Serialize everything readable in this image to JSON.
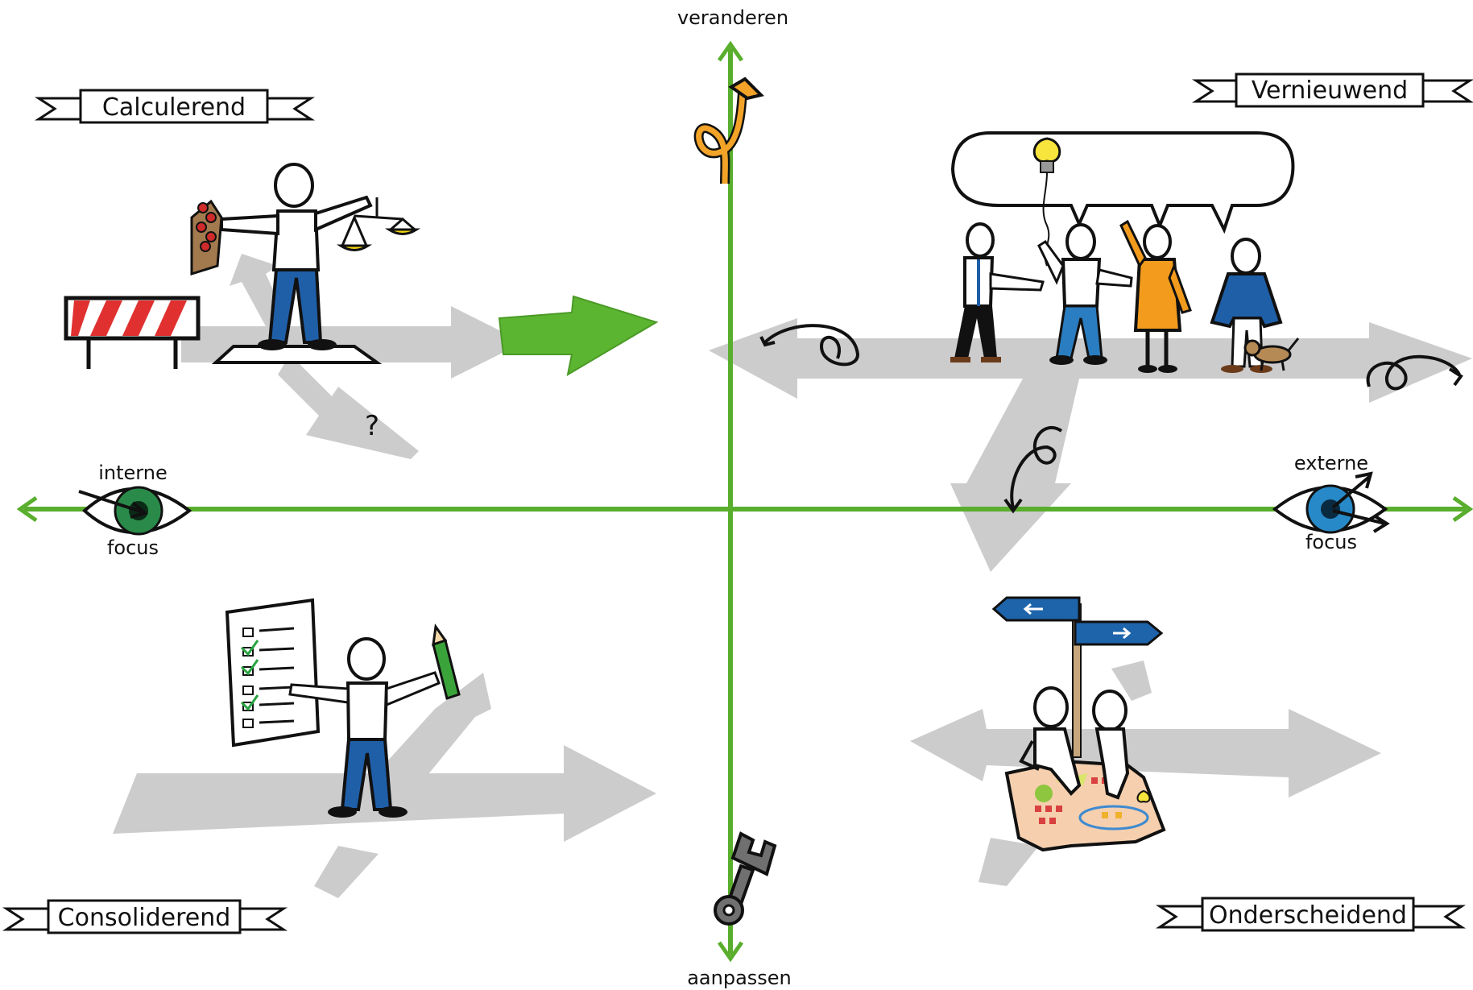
{
  "axes": {
    "top": "veranderen",
    "bottom": "aanpassen",
    "left_top": "interne",
    "left_bottom": "focus",
    "right_top": "externe",
    "right_bottom": "focus"
  },
  "quadrants": {
    "top_left": "Calculerend",
    "top_right": "Vernieuwend",
    "bottom_left": "Consoliderend",
    "bottom_right": "Onderscheidend"
  },
  "annotations": {
    "question_mark": "?"
  },
  "colors": {
    "axis_green": "#5aae2e",
    "arrow_grey": "#cccccc",
    "bold_arrow_green": "#5cb531",
    "figure_blue": "#1f5fa8",
    "accent_orange": "#f29b1d",
    "bulb_yellow": "#f7e43c",
    "sign_blue": "#1e64ab"
  },
  "icons": [
    "eye-icon-internal",
    "eye-icon-external",
    "curly-arrow-icon",
    "wrench-icon",
    "lightbulb-icon",
    "signpost-icon",
    "scales-icon",
    "checklist-icon",
    "pencil-icon",
    "barrier-icon",
    "map-icon"
  ]
}
